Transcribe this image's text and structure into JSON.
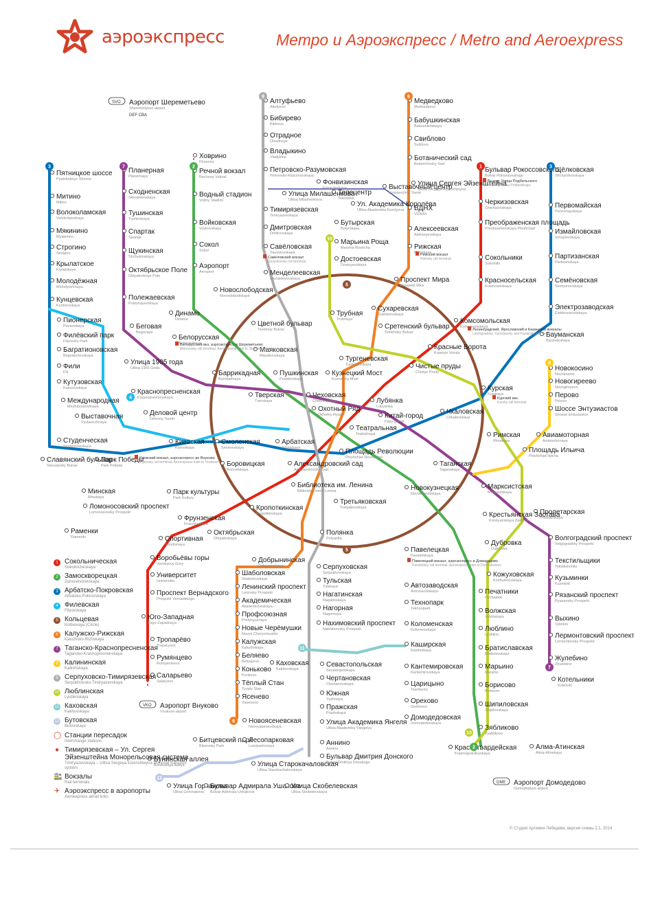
{
  "header": {
    "brand": "аэроэкспресс",
    "title_ru": "Метро и Аэроэкспресс",
    "title_sep": "/",
    "title_en": "Metro and Aeroexpress"
  },
  "colors": {
    "brand": "#d3402a",
    "lines": {
      "1": "#e42313",
      "2": "#4baf4f",
      "3": "#0072ba",
      "4": "#1ebcef",
      "5": "#915133",
      "6": "#f07e24",
      "7": "#943f90",
      "8": "#ffcd1c",
      "9": "#adacac",
      "10": "#bed12c",
      "11": "#88cdcf",
      "12": "#bac8e8"
    }
  },
  "line_numbers": [
    {
      "num": "9",
      "line": "9"
    },
    {
      "num": "6",
      "line": "6"
    },
    {
      "num": "3",
      "line": "3"
    },
    {
      "num": "7",
      "line": "7"
    },
    {
      "num": "2",
      "line": "2"
    },
    {
      "num": "1",
      "line": "1"
    },
    {
      "num": "3",
      "line": "3"
    },
    {
      "num": "8",
      "line": "8"
    },
    {
      "num": "10",
      "line": "10"
    },
    {
      "num": "4",
      "line": "4"
    },
    {
      "num": "5",
      "line": "5"
    },
    {
      "num": "5",
      "line": "5"
    },
    {
      "num": "11",
      "line": "11"
    },
    {
      "num": "6",
      "line": "6"
    },
    {
      "num": "12",
      "line": "12"
    },
    {
      "num": "7",
      "line": "7"
    },
    {
      "num": "10",
      "line": "10"
    },
    {
      "num": "2",
      "line": "2"
    }
  ],
  "airports": [
    {
      "badge": "SVO",
      "ru": "Аэропорт Шереметьево",
      "en": "Sheremetyevo airport",
      "terminals": "DEF   CBA"
    },
    {
      "badge": "VKO",
      "ru": "Аэропорт Внуково",
      "en": "Vnukovo airport"
    },
    {
      "badge": "DME",
      "ru": "Аэропорт Домодедово",
      "en": "Domodedovo airport"
    }
  ],
  "stations": [
    {
      "ru": "Алтуфьево",
      "en": "Altufyevo"
    },
    {
      "ru": "Бибирево",
      "en": "Bibirevo"
    },
    {
      "ru": "Отрадное",
      "en": "Otradnoye"
    },
    {
      "ru": "Владыкино",
      "en": "Vladykino"
    },
    {
      "ru": "Петровско-Разумовская",
      "en": "Petrovsko-Razumovskaya"
    },
    {
      "ru": "Тимирязевская",
      "en": "Timiryazevskaya"
    },
    {
      "ru": "Дмитровская",
      "en": "Dmitrovskaya"
    },
    {
      "ru": "Савёловская",
      "en": "Savyolovskaya"
    },
    {
      "ru": "Менделеевская",
      "en": "Mendeleyevskaya"
    },
    {
      "ru": "Новослободская",
      "en": "Novoslobodskaya"
    },
    {
      "ru": "Цветной бульвар",
      "en": "Tsvetnoy Bulvar"
    },
    {
      "ru": "Чеховская",
      "en": "Chekhovskaya"
    },
    {
      "ru": "Боровицкая",
      "en": "Borovitskaya"
    },
    {
      "ru": "Полянка",
      "en": "Polyanka"
    },
    {
      "ru": "Серпуховская",
      "en": "Serpukhovskaya"
    },
    {
      "ru": "Тульская",
      "en": "Tulskaya"
    },
    {
      "ru": "Нагатинская",
      "en": "Nagatinskaya"
    },
    {
      "ru": "Нагорная",
      "en": "Nagornaya"
    },
    {
      "ru": "Нахимовский проспект",
      "en": "Nakhimovsky Prospekt"
    },
    {
      "ru": "Севастопольская",
      "en": "Sevastopolskaya"
    },
    {
      "ru": "Чертановская",
      "en": "Chertanovskaya"
    },
    {
      "ru": "Южная",
      "en": "Yuzhnaya"
    },
    {
      "ru": "Пражская",
      "en": "Prazhskaya"
    },
    {
      "ru": "Улица Академика Янгеля",
      "en": "Ulitsa Akademika Yangelya"
    },
    {
      "ru": "Аннино",
      "en": "Annino"
    },
    {
      "ru": "Бульвар Дмитрия Донского",
      "en": "Bulvar Dmitriya Donskogo"
    },
    {
      "ru": "Медведково",
      "en": "Medvedkovo"
    },
    {
      "ru": "Бабушкинская",
      "en": "Babushkinskaya"
    },
    {
      "ru": "Свиблово",
      "en": "Sviblovo"
    },
    {
      "ru": "Ботанический сад",
      "en": "Botanichesky Sad"
    },
    {
      "ru": "ВДНХ",
      "en": "VDNKh"
    },
    {
      "ru": "Алексеевская",
      "en": "Alekseyevskaya"
    },
    {
      "ru": "Рижская",
      "en": "Rizhskaya"
    },
    {
      "ru": "Проспект Мира",
      "en": "Prospekt Mira"
    },
    {
      "ru": "Сухаревская",
      "en": "Sukharevskaya"
    },
    {
      "ru": "Тургеневская",
      "en": "Turgenevskaya"
    },
    {
      "ru": "Китай-город",
      "en": "Kitay-gorod"
    },
    {
      "ru": "Третьяковская",
      "en": "Tretyakovskaya"
    },
    {
      "ru": "Октябрьская",
      "en": "Oktyabrskaya"
    },
    {
      "ru": "Шаболовская",
      "en": "Shabolovskaya"
    },
    {
      "ru": "Ленинский проспект",
      "en": "Leninsky Prospekt"
    },
    {
      "ru": "Академическая",
      "en": "Akademicheskaya"
    },
    {
      "ru": "Профсоюзная",
      "en": "Profsoyuznaya"
    },
    {
      "ru": "Новые Черёмушки",
      "en": "Novye Cheryomushki"
    },
    {
      "ru": "Калужская",
      "en": "Kaluzhskaya"
    },
    {
      "ru": "Беляево",
      "en": "Belyayevo"
    },
    {
      "ru": "Коньково",
      "en": "Konkovo"
    },
    {
      "ru": "Тёплый Стан",
      "en": "Tyoply Stan"
    },
    {
      "ru": "Ясенево",
      "en": "Yasenevo"
    },
    {
      "ru": "Новоясеневская",
      "en": "Novoyasenevskaya"
    },
    {
      "ru": "Бульвар Рокоссовского",
      "en": "Bulvar Rokossovskogo"
    },
    {
      "ru": "Черкизовская",
      "en": "Cherkizovskaya"
    },
    {
      "ru": "Преображенская площадь",
      "en": "Preobrazhenskaya Ploshchad"
    },
    {
      "ru": "Сокольники",
      "en": "Sokolniki"
    },
    {
      "ru": "Красносельская",
      "en": "Krasnoselskaya"
    },
    {
      "ru": "Комсомольская",
      "en": "Komsomolskaya"
    },
    {
      "ru": "Красные Ворота",
      "en": "Krasnye Vorota"
    },
    {
      "ru": "Чистые пруды",
      "en": "Chistye Prudy"
    },
    {
      "ru": "Лубянка",
      "en": "Lubyanka"
    },
    {
      "ru": "Охотный Ряд",
      "en": "Okhotny Ryad"
    },
    {
      "ru": "Библиотека им. Ленина",
      "en": "Biblioteka imeni Lenina"
    },
    {
      "ru": "Кропоткинская",
      "en": "Kropotkinskaya"
    },
    {
      "ru": "Парк культуры",
      "en": "Park Kultury"
    },
    {
      "ru": "Фрунзенская",
      "en": "Frunzenskaya"
    },
    {
      "ru": "Спортивная",
      "en": "Sportivnaya"
    },
    {
      "ru": "Воробьёвы горы",
      "en": "Vorobyovy Gory"
    },
    {
      "ru": "Университет",
      "en": "Universitet"
    },
    {
      "ru": "Проспект Вернадского",
      "en": "Prospekt Vernadskogo"
    },
    {
      "ru": "Юго-Западная",
      "en": "Yugo-Zapadnaya"
    },
    {
      "ru": "Тропарёво",
      "en": "Troparyovo"
    },
    {
      "ru": "Румянцево",
      "en": "Rumyantsevo"
    },
    {
      "ru": "Саларьево",
      "en": "Salaryevo"
    },
    {
      "ru": "Щёлковская",
      "en": "Shchyolkovskaya"
    },
    {
      "ru": "Первомайская",
      "en": "Pervomayskaya"
    },
    {
      "ru": "Измайловская",
      "en": "Izmaylovskaya"
    },
    {
      "ru": "Партизанская",
      "en": "Partizanskaya"
    },
    {
      "ru": "Семёновская",
      "en": "Semyonovskaya"
    },
    {
      "ru": "Электрозаводская",
      "en": "Elektrozavodskaya"
    },
    {
      "ru": "Бауманская",
      "en": "Baumanskaya"
    },
    {
      "ru": "Курская",
      "en": "Kurskaya"
    },
    {
      "ru": "Площадь Революции",
      "en": "Ploshchad Revolyutsii"
    },
    {
      "ru": "Арбатская",
      "en": "Arbatskaya"
    },
    {
      "ru": "Смоленская",
      "en": "Smolenskaya"
    },
    {
      "ru": "Киевская",
      "en": "Kiyevskaya"
    },
    {
      "ru": "Парк Победы",
      "en": "Park Pobedy"
    },
    {
      "ru": "Славянский бульвар",
      "en": "Slavyansky Bulvar"
    },
    {
      "ru": "Кунцевская",
      "en": "Kuntsevskaya"
    },
    {
      "ru": "Молодёжная",
      "en": "Molodyozhnaya"
    },
    {
      "ru": "Крылатское",
      "en": "Krylatskoye"
    },
    {
      "ru": "Строгино",
      "en": "Strogino"
    },
    {
      "ru": "Мякинино",
      "en": "Myakinino"
    },
    {
      "ru": "Волоколамская",
      "en": "Volokolamskaya"
    },
    {
      "ru": "Митино",
      "en": "Mitino"
    },
    {
      "ru": "Пятницкое шоссе",
      "en": "Pyatnitskoye Shosse"
    },
    {
      "ru": "Пионерская",
      "en": "Pionerskaya"
    },
    {
      "ru": "Филёвский парк",
      "en": "Filyovsky Park"
    },
    {
      "ru": "Багратионовская",
      "en": "Bagrationovskaya"
    },
    {
      "ru": "Фили",
      "en": "Fili"
    },
    {
      "ru": "Кутузовская",
      "en": "Kutuzovskaya"
    },
    {
      "ru": "Студенческая",
      "en": "Studencheskaya"
    },
    {
      "ru": "Международная",
      "en": "Mezhdunarodnaya"
    },
    {
      "ru": "Выставочная",
      "en": "Vystavochnaya"
    },
    {
      "ru": "Александровский сад",
      "en": "Aleksandrovsky Sad"
    },
    {
      "ru": "Белорусская",
      "en": "Belorusskaya"
    },
    {
      "ru": "Краснопресненская",
      "en": "Krasnopresnenskaya"
    },
    {
      "ru": "Таганская",
      "en": "Taganskaya"
    },
    {
      "ru": "Павелецкая",
      "en": "Paveletskaya"
    },
    {
      "ru": "Добрынинская",
      "en": "Dobryninskaya"
    },
    {
      "ru": "Новокузнецкая",
      "en": "Novokuznetskaya"
    },
    {
      "ru": "Театральная",
      "en": "Teatralnaya"
    },
    {
      "ru": "Тверская",
      "en": "Tverskaya"
    },
    {
      "ru": "Маяковская",
      "en": "Mayakovskaya"
    },
    {
      "ru": "Динамо",
      "en": "Dinamo"
    },
    {
      "ru": "Аэропорт",
      "en": "Aeroport"
    },
    {
      "ru": "Сокол",
      "en": "Sokol"
    },
    {
      "ru": "Войковская",
      "en": "Voykovskaya"
    },
    {
      "ru": "Водный стадион",
      "en": "Vodny Stadion"
    },
    {
      "ru": "Речной вокзал",
      "en": "Rechnoy Vokzal"
    },
    {
      "ru": "Ховрино",
      "en": "Khovrino"
    },
    {
      "ru": "Автозаводская",
      "en": "Avtozavodskaya"
    },
    {
      "ru": "Технопарк",
      "en": "Tekhnopark"
    },
    {
      "ru": "Коломенская",
      "en": "Kolomenskaya"
    },
    {
      "ru": "Каширская",
      "en": "Kashirskaya"
    },
    {
      "ru": "Кантемировская",
      "en": "Kantemirovskaya"
    },
    {
      "ru": "Царицыно",
      "en": "Tsaritsyno"
    },
    {
      "ru": "Орехово",
      "en": "Orekhovo"
    },
    {
      "ru": "Домодедовская",
      "en": "Domodedovskaya"
    },
    {
      "ru": "Красногвардейская",
      "en": "Krasnogvardeyskaya"
    },
    {
      "ru": "Алма-Атинская",
      "en": "Alma-Atinskaya"
    },
    {
      "ru": "Каховская",
      "en": "Kakhovskaya"
    },
    {
      "ru": "Планерная",
      "en": "Planernaya"
    },
    {
      "ru": "Сходненская",
      "en": "Skhodnenskaya"
    },
    {
      "ru": "Тушинская",
      "en": "Tushinskaya"
    },
    {
      "ru": "Спартак",
      "en": "Spartak"
    },
    {
      "ru": "Щукинская",
      "en": "Shchukinskaya"
    },
    {
      "ru": "Октябрьское Поле",
      "en": "Oktyabrskoye Pole"
    },
    {
      "ru": "Полежаевская",
      "en": "Polezhayevskaya"
    },
    {
      "ru": "Беговая",
      "en": "Begovaya"
    },
    {
      "ru": "Улица 1905 года",
      "en": "Ulitsa 1905 Goda"
    },
    {
      "ru": "Баррикадная",
      "en": "Barrikadnaya"
    },
    {
      "ru": "Пушкинская",
      "en": "Pushkinskaya"
    },
    {
      "ru": "Кузнецкий Мост",
      "en": "Kuznetsky Most"
    },
    {
      "ru": "Пролетарская",
      "en": "Proletarskaya"
    },
    {
      "ru": "Волгоградский проспект",
      "en": "Volgogradsky Prospekt"
    },
    {
      "ru": "Текстильщики",
      "en": "Tekstilshchiki"
    },
    {
      "ru": "Кузьминки",
      "en": "Kuzminki"
    },
    {
      "ru": "Рязанский проспект",
      "en": "Ryazansky Prospekt"
    },
    {
      "ru": "Выхино",
      "en": "Vykhino"
    },
    {
      "ru": "Лермонтовский проспект",
      "en": "Lermontovsky Prospekt"
    },
    {
      "ru": "Жулебино",
      "en": "Zhulebino"
    },
    {
      "ru": "Котельники",
      "en": "Kotelniki"
    },
    {
      "ru": "Новокосино",
      "en": "Novokosino"
    },
    {
      "ru": "Новогиреево",
      "en": "Novogireyevo"
    },
    {
      "ru": "Перово",
      "en": "Perovo"
    },
    {
      "ru": "Шоссе Энтузиастов",
      "en": "Shosse Entuziastov"
    },
    {
      "ru": "Авиамоторная",
      "en": "Aviamotornaya"
    },
    {
      "ru": "Площадь Ильича",
      "en": "Ploshchad Ilyicha"
    },
    {
      "ru": "Марксистская",
      "en": "Marksistskaya"
    },
    {
      "ru": "Трубная",
      "en": "Trubnaya"
    },
    {
      "ru": "Сретенский бульвар",
      "en": "Sretensky Bulvar"
    },
    {
      "ru": "Чкаловская",
      "en": "Chkalovskaya"
    },
    {
      "ru": "Римская",
      "en": "Rimskaya"
    },
    {
      "ru": "Крестьянская Застава",
      "en": "Krestyanskaya Zastava"
    },
    {
      "ru": "Дубровка",
      "en": "Dubrovka"
    },
    {
      "ru": "Кожуховская",
      "en": "Kozhukhovskaya"
    },
    {
      "ru": "Печатники",
      "en": "Pechatniki"
    },
    {
      "ru": "Волжская",
      "en": "Volzhskaya"
    },
    {
      "ru": "Люблино",
      "en": "Lyublino"
    },
    {
      "ru": "Братиславская",
      "en": "Bratislavskaya"
    },
    {
      "ru": "Марьино",
      "en": "Maryino"
    },
    {
      "ru": "Борисово",
      "en": "Borisovo"
    },
    {
      "ru": "Шипиловская",
      "en": "Shipilovskaya"
    },
    {
      "ru": "Зябликово",
      "en": "Zyablikovo"
    },
    {
      "ru": "Марьина Роща",
      "en": "Maryina Roshcha"
    },
    {
      "ru": "Достоевская",
      "en": "Dostoyevskaya"
    },
    {
      "ru": "Битцевский парк",
      "en": "Bitsevsky Park"
    },
    {
      "ru": "Лесопарковая",
      "en": "Lesoparkovaya"
    },
    {
      "ru": "Улица Старокачаловская",
      "en": "Ulitsa Starokachalovskaya"
    },
    {
      "ru": "Бунинская аллея",
      "en": "Buninskaya Alleya"
    },
    {
      "ru": "Улица Горчакова",
      "en": "Ulitsa Gorchakova"
    },
    {
      "ru": "Бульвар Адмирала Ушакова",
      "en": "Bulvar Admirala Ushakova"
    },
    {
      "ru": "Улица Скобелевская",
      "en": "Ulitsa Skobelevskaya"
    },
    {
      "ru": "Улица Милашенкова",
      "en": "Ulitsa Milashenkova"
    },
    {
      "ru": "Фонвизинская",
      "en": "Fonvizinskaya"
    },
    {
      "ru": "Бутырская",
      "en": "Butyrskaya"
    },
    {
      "ru": "Телецентр",
      "en": "Teletsentr"
    },
    {
      "ru": "Выставочный центр",
      "en": "Vystavochny Tsentr"
    },
    {
      "ru": "Улица Сергея Эйзенштейна",
      "en": "Ulitsa Sergeya Eizenshteyna"
    },
    {
      "ru": "Ул. Академика Королёва",
      "en": "Ulitsa Akademika Korolyova"
    },
    {
      "ru": "Деловой центр",
      "en": "Delovoy Tsentr"
    },
    {
      "ru": "Минская",
      "en": "Minskaya"
    },
    {
      "ru": "Ломоносовский проспект",
      "en": "Lomonosovsky Prospekt"
    },
    {
      "ru": "Раменки",
      "en": "Ramenki"
    }
  ],
  "rail_notes": [
    {
      "ru": "Савёловский вокзал",
      "en": "Savyolovsky rail terminal"
    },
    {
      "ru": "Рижский вокзал",
      "en": "Rizhsky rail terminal"
    },
    {
      "ru": "Ленинградский, Ярославский и Казанский вокзалы",
      "en": "Leningradsky, Yaroslavsky and Kazansky rail terminals"
    },
    {
      "ru": "Курский вкз.",
      "en": "Kursky rail terminal"
    },
    {
      "ru": "Белорусский вкз, аэроэкспресс в Шереметьево",
      "en": "Belorussky rail terminal, Aeroexpress train to Sheremetyevo"
    },
    {
      "ru": "Киевский вокзал, аэроэкспресс во Внуково",
      "en": "Kiyevsky rail terminal, Aeroexpress train to Vnukovo"
    },
    {
      "ru": "Павелецкий вокзал, аэроэкспресс в Домодедово",
      "en": "Paveletsky rail terminal, Aeroexpress train to Domodedovo"
    },
    {
      "ru": "Выход: Улица Подбельского",
      "en": "formerly Ulitsa Podbelskogo"
    }
  ],
  "legend": [
    {
      "num": "1",
      "ru": "Сокольническая",
      "en": "Sokolnicheskaya",
      "color": "#e42313"
    },
    {
      "num": "2",
      "ru": "Замоскворецкая",
      "en": "Zamoskvoretskaya",
      "color": "#4baf4f"
    },
    {
      "num": "3",
      "ru": "Арбатско-Покровская",
      "en": "Arbatsko-Pokrovskaya",
      "color": "#0072ba"
    },
    {
      "num": "4",
      "ru": "Филевская",
      "en": "Filyovskaya",
      "color": "#1ebcef"
    },
    {
      "num": "5",
      "ru": "Кольцевая",
      "en": "Koltsevaya (Circle)",
      "color": "#915133"
    },
    {
      "num": "6",
      "ru": "Калужско-Рижская",
      "en": "Kaluzhsko-Rizhskaya",
      "color": "#f07e24"
    },
    {
      "num": "7",
      "ru": "Таганско-Краснопресненская",
      "en": "Tagansko-Krasnopresnenskaya",
      "color": "#943f90"
    },
    {
      "num": "8",
      "ru": "Калининская",
      "en": "Kalininskaya",
      "color": "#ffcd1c"
    },
    {
      "num": "9",
      "ru": "Серпуховско-Тимирязевская",
      "en": "Serpukhovsko-Timiryazevskaya",
      "color": "#adacac"
    },
    {
      "num": "10",
      "ru": "Люблинская",
      "en": "Lyublinskaya",
      "color": "#bed12c"
    },
    {
      "num": "11",
      "ru": "Каховская",
      "en": "Kakhovskaya",
      "color": "#88cdcf"
    },
    {
      "num": "12",
      "ru": "Бутовская",
      "en": "Butovskaya",
      "color": "#bac8e8"
    }
  ],
  "legend_extra": [
    {
      "sym": "◯",
      "ru": "Станции пересадок",
      "en": "Interchange stations"
    },
    {
      "sym": "●",
      "ru": "Тимирязевская – Ул. Сергея Эйзенштейна Монорельсовая система",
      "en": "Timiryazevskaya – Ulitsa Sergeya Eizenshteyna Monorail transport system"
    },
    {
      "sym": "🚉",
      "ru": "Вокзалы",
      "en": "Rail terminals"
    },
    {
      "sym": "✈",
      "ru": "Аэроэкспресс в аэропорты",
      "en": "Aeroexpress airrail links"
    }
  ],
  "credit": "© Студия Артемия Лебедева, версия схемы 2.1, 2014"
}
